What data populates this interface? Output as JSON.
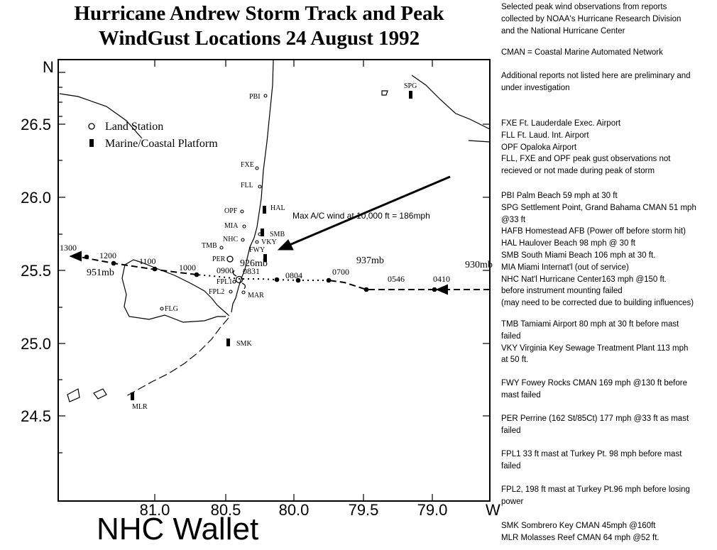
{
  "title": {
    "line1": "Hurricane Andrew Storm Track and Peak",
    "line2": "WindGust Locations 24 August 1992"
  },
  "map": {
    "corner_n": "N",
    "corner_w": "W",
    "lat_ticks": [
      "26.5",
      "26.0",
      "25.5",
      "25.0",
      "24.5"
    ],
    "lon_ticks": [
      "81.0",
      "80.5",
      "80.0",
      "79.5",
      "79.0"
    ],
    "legend": {
      "land_station": "Land Station",
      "marine_platform": "Marine/Coastal Platform"
    },
    "annotation": "Max A/C wind at 10,000 ft = 186mph",
    "pressures": [
      "951mb",
      "926mb",
      "937mb",
      "930mb"
    ],
    "track_times": [
      "1300",
      "1200",
      "1100",
      "1000",
      "0900",
      "0831",
      "0804",
      "0700",
      "0546",
      "0410"
    ],
    "stations": [
      "PBI",
      "SPG",
      "FXE",
      "FLL",
      "HAL",
      "OPF",
      "MIA",
      "SMB",
      "NHC",
      "VKY",
      "TMB",
      "PER",
      "FWY",
      "FPL1",
      "FPL2",
      "MAR",
      "FLG",
      "SMK",
      "MLR"
    ]
  },
  "notes": [
    [
      "Selected peak wind observations from reports",
      "collected by NOAA's Hurricane Research Division",
      "and the National Hurricane Center"
    ],
    [
      "CMAN = Coastal Marine Automated Network"
    ],
    [
      "Additional reports not listed here  are  preliminary and",
      "under investigation"
    ],
    [
      "FXE Ft. Lauderdale Exec. Airport",
      "FLL Ft. Laud. Int. Airport",
      "OPF Opaloka Airport",
      "FLL, FXE and OPF peak gust  observations not",
      "recieved or not made during peak of storm"
    ],
    [
      "PBI Palm Beach 59 mph at 30 ft",
      "SPG Settlement Point, Grand Bahama CMAN 51 mph",
      "@33 ft",
      "HAFB  Homestead AFB (Power off before storm hit)",
      "HAL Haulover Beach 98 mph @ 30 ft",
      "SMB South Miami Beach 106 mph at 30 ft.",
      "MIA Miami Internat'l (out of service)",
      "NHC  Nat'l Hurricane Center163 mph @150 ft.",
      "before instrument mounting failed",
      "(may need to be corrected due to building influences)"
    ],
    [
      "TMB Tamiami Airport 80 mph at 30 ft  before mast",
      "failed",
      "VKY Virginia Key Sewage Treatment Plant 113 mph",
      "at 50 ft."
    ],
    [
      "FWY Fowey Rocks CMAN 169 mph @130 ft before",
      "mast failed"
    ],
    [
      "PER Perrine (162 St/85Ct) 177 mph @33 ft as mast",
      "failed"
    ],
    [
      "FPL1  33 ft mast at Turkey Pt. 98 mph before mast",
      "failed"
    ],
    [
      "FPL2,  198 ft mast at Turkey Pt.96 mph before losing",
      "power"
    ],
    [
      "SMK  Sombrero Key CMAN 45mph @160ft",
      "MLR Molasses Reef CMAN 64 mph @52 ft."
    ]
  ],
  "footer": "NHC Wallet"
}
